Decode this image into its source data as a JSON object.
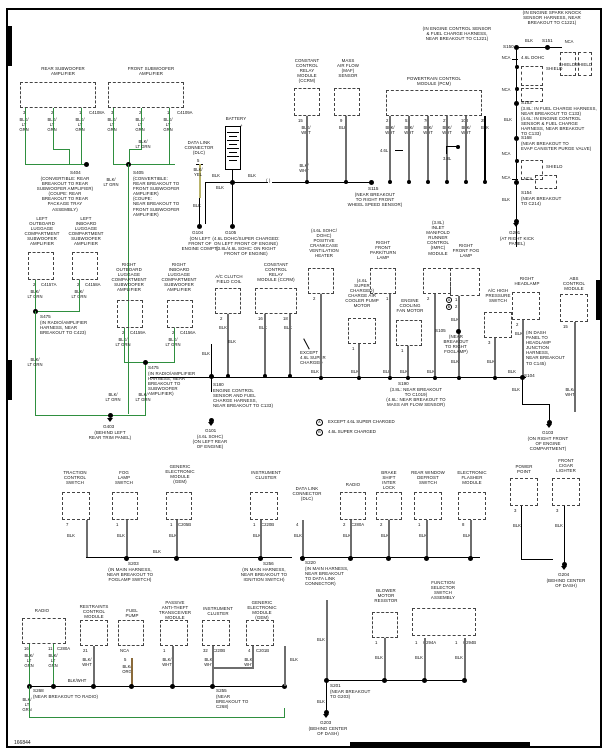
{
  "meta": {
    "diagram_id": "166844"
  },
  "components": {
    "rear_subwoofer_amp": {
      "label": "REAR SUBWOOFER\nAMPLIFIER",
      "connector": "C4108A",
      "pins": [
        "3",
        "2",
        "1"
      ],
      "wires": [
        "BLK/\nLT\nGRN",
        "BLK/\nLT\nGRN",
        "BLK/\nLT\nGRN"
      ]
    },
    "front_subwoofer_amp": {
      "label": "FRONT SUBWOOFER\nAMPLIFIER",
      "connector": "C4109A",
      "pins": [
        "3",
        "2",
        "1"
      ],
      "wires": [
        "BLK/\nLT\nGRN",
        "BLK/\nLT\nGRN",
        "BLK/\nLT\nGRN"
      ]
    },
    "left_outboard_lug": {
      "label": "LEFT\nOUTBOARD\nLUGGAGE\nCOMPARTMENT\nSUBWOOFER\nAMPLIFIER",
      "connector": "C4157A",
      "pin": "2",
      "wire": "BLK/\nLT GRN"
    },
    "left_inboard_lug": {
      "label": "LEFT\nINBOARD\nLUGGAGE\nCOMPARTMENT\nSUBWOOFER\nAMPLIFIER",
      "connector": "C4158A",
      "pin": "2",
      "wire": "BLK/\nLT GRN"
    },
    "right_outboard_lug": {
      "label": "RIGHT\nOUTBOARD\nLUGGAGE\nCOMPARTMENT\nSUBWOOFER\nAMPLIFIER",
      "connector": "C4159A",
      "pin": "2",
      "wire": "BLK/\nLT GRN"
    },
    "right_inboard_lug": {
      "label": "RIGHT\nINBOARD\nLUGGAGE\nCOMPARTMENT\nSUBWOOFER\nAMPLIFIER",
      "connector": "C4156A",
      "pin": "2",
      "wire": "BLK/\nLT GRN"
    },
    "dlc_top": {
      "label": "DATA LINK\nCONNECTOR\n(DLC)",
      "pin": "5",
      "wire": "BLK/\nYEL",
      "wire2": "BLK"
    },
    "battery": {
      "label": "BATTERY",
      "wire_left": "BLK",
      "wire_right": "BLK",
      "wire_mid": "BLK"
    },
    "ccrm_top": {
      "label": "CONSTANT\nCONTROL\nRELAY\nMODULE\n(CCRM)",
      "pin": "15",
      "wire": "BLK/\nWHT"
    },
    "maf": {
      "label": "MASS\nAIR FLOW\n(MAF)\nSENSOR",
      "pin": "9",
      "wire": "BLK"
    },
    "pcm": {
      "label": "POWERTRAIN CONTROL\nMODULE (PCM)",
      "pins": [
        "2",
        "51",
        "76",
        "27",
        "103",
        "25"
      ],
      "wires": [
        "BLK/\nWHT",
        "BLK/\nWHT",
        "BLK/\nWHT",
        "BLK/\nWHT",
        "BLK/\nWHT",
        "BLK"
      ],
      "note_46": "4.6L",
      "note_38": "3.8L"
    },
    "ac_clutch": {
      "label": "A/C CLUTCH\nFIELD COIL",
      "pin": "2",
      "wire": "BLK"
    },
    "ccrm_mid": {
      "label": "CONSTANT\nCONTROL\nRELAY\nMODULE (CCRM)",
      "pins": [
        "16",
        "18"
      ],
      "wires": [
        "BLK",
        "BLK"
      ]
    },
    "pcv_heater": {
      "label": "(4.6L SOHC/\nDOHC)\nPOSITIVE\nCRANKCASE\nVENTILATION\nHEATER",
      "pin": "2",
      "wire": "BLK"
    },
    "charge_air_pump": {
      "label": "(4.6L\nSUPER\nCHARGED)\nCHARGE AIR\nCOOLER PUMP\nMOTOR",
      "pin": "1",
      "wire": "BLK"
    },
    "right_front_parkturn": {
      "label": "RIGHT\nFRONT\nPARK/TURN\nLAMP",
      "pin": "1",
      "wire": "BLK"
    },
    "engine_cooling_fan": {
      "label": "ENGINE\nCOOLING\nFAN MOTOR",
      "pin": "1",
      "wire": "BLK"
    },
    "imrc": {
      "label": "(3.8L)\nINLET\nMANIFOLD\nRUNNER\nCONTROL\n(IMRC)\nMODULE",
      "pin": "2",
      "wire": "BLK"
    },
    "right_front_fog": {
      "label": "RIGHT\nFRONT FOG\nLAMP",
      "pins": [
        "1",
        "2"
      ],
      "markers": [
        "A",
        "B"
      ],
      "wire": "BLK",
      "wire2": "BLK"
    },
    "ac_high_press": {
      "label": "A/C HIGH\nPRESSURE\nSWITCH",
      "pin": "3",
      "wire": "BLK"
    },
    "right_headlamp": {
      "label": "RIGHT\nHEADLAMP",
      "pin": "2",
      "wire": "BLK"
    },
    "abs_module": {
      "label": "ABS\nCONTROL\nMODULE",
      "pin": "15",
      "wire": "BLK/\nWHT"
    },
    "traction_control_switch": {
      "label": "TRACTION\nCONTROL\nSWITCH",
      "pin": "7",
      "wire": "BLK"
    },
    "fog_lamp_switch": {
      "label": "FOG\nLAMP\nSWITCH",
      "pin": "1",
      "wire": "BLK"
    },
    "gem_upper": {
      "label": "GENERIC\nELECTRONIC\nMODULE\n(GEM)",
      "pin": "1",
      "connector": "C205B",
      "wire": "BLK"
    },
    "instrument_cluster_upper": {
      "label": "INSTRUMENT\nCLUSTER",
      "pin": "1",
      "connector": "C220B",
      "wire": "BLK"
    },
    "dlc_mid": {
      "label": "DATA LINK\nCONNECTOR\n(DLC)",
      "pin": "4",
      "wire": "BLK"
    },
    "radio_mid": {
      "label": "RADIO",
      "pin": "2",
      "connector": "C280A",
      "wire": "BLK"
    },
    "brake_shift_interlock": {
      "label": "BRAKE\nSHIFT\nINTER\nLOCK",
      "pin": "2",
      "wire": "BLK"
    },
    "rear_window_defrost": {
      "label": "REAR WINDOW\nDEFROST\nSWITCH",
      "pin": "1",
      "wire": "BLK"
    },
    "electronic_flasher": {
      "label": "ELECTRONIC\nFLASHER\nMODULE",
      "pin": "8",
      "wire": "BLK"
    },
    "power_point": {
      "label": "POWER\nPOINT",
      "pin": "3",
      "wire": "BLK"
    },
    "front_cigar_lighter": {
      "label": "FRONT\nCIGAR\nLIGHTER",
      "pin": "3",
      "wire": "BLK"
    },
    "radio_bottom": {
      "label": "RADIO",
      "pins": [
        "16",
        "11"
      ],
      "connector": "C280A",
      "wires": [
        "BLK/\nLT\nGRN",
        "BLK/\nLT\nGRN"
      ]
    },
    "restraints_control": {
      "label": "RESTRAINTS\nCONTROL\nMODULE",
      "pin": "21",
      "wire": "BLK/\nWHT"
    },
    "fuel_pump": {
      "label": "FUEL\nPUMP",
      "pin": "NCA",
      "pin2": "5",
      "wire": "BLK/\nORG"
    },
    "patsm": {
      "label": "PASSIVE\nANTI-THEFT\nTRANSCEIVER\nMODULE",
      "pin": "1",
      "wire": "BLK/\nWHT"
    },
    "instrument_cluster_bottom": {
      "label": "INSTRUMENT\nCLUSTER",
      "pin": "32",
      "connector": "C220B",
      "wire": "BLK/\nWHT"
    },
    "gem_bottom": {
      "label": "GENERIC\nELECTRONIC\nMODULE\n(GEM)",
      "pin": "4",
      "connector": "C201B",
      "wire": "BLK/\nWHT"
    },
    "blower_motor_resistor": {
      "label": "BLOWER\nMOTOR\nRESISTOR",
      "pin": "1",
      "wire": "BLK"
    },
    "function_selector": {
      "label": "FUNCTION\nSELECTOR\nSWITCH\nASSEMBLY",
      "pins": [
        "1",
        "1"
      ],
      "connectors": [
        "C294A",
        "C294B"
      ],
      "wires": [
        "BLK",
        "BLK"
      ]
    }
  },
  "splices": {
    "S404": {
      "id": "S404",
      "note": "(CONVERTIBLE: REAR\nBREAKOUT TO REAR\nSUBWOOFER AMPLIFIER)\n(COUPE: REAR\nBREAKOUT TO REAR\nPACKAGE TRAY\nASSEMBLY)"
    },
    "S405": {
      "id": "S405",
      "note": "(CONVERTIBLE:\nREAR BREAKOUT TO\nFRONT SUBWOOFER\nAMPLIFIER)\n(COUPE:\nNEAR BREAKOUT TO\nFRONT SUBWOOFER\nAMPLIFIER)"
    },
    "S475_left": {
      "id": "S475",
      "note": "(IN RADIO/AMPLIFIER\nHARNESS, NEAR\nBREAKOUT TO C423)"
    },
    "S475_right": {
      "id": "S475",
      "note": "(IN RADIO/AMPLIFIER\nHARNESS, NEAR\nBREAKOUT TO\nSUBWOOFER\nAMPLIFIER)"
    },
    "S150_top": {
      "id": "S150",
      "note": "(IN ENGINE CONTROL SENSOR\n& FUEL CHARGE HARNESS,\nNEAR BREAKOUT TO C1221)"
    },
    "S151": {
      "id": "S151",
      "note": "(IN ENGINE SPARK KNOCK\nSENSOR HARNESS, NEAR\nBREAKOUT TO C1221)"
    },
    "S115": {
      "id": "S115",
      "note": "(NEAR BREAKOUT\nTO RIGHT FRONT\nWHEEL SPEED SENSOR)"
    },
    "S153": {
      "id": "S153",
      "note": "(3.8L: IN FUEL CHARGE HARNESS,\nNEAR BREAKOUT TO C133)\n(4.6L: IN ENGINE CONTROL\nSENSOR & FUEL CHARGE\nHARNESS, NEAR BREAKOUT\nTO C133)"
    },
    "S168": {
      "id": "S168",
      "note": "(NEAR BREAKOUT TO\nEVAP CANISTER PURGE VALVE)"
    },
    "S154": {
      "id": "S154",
      "note": "(NEAR BREAKOUT\nTO C214)"
    },
    "S180": {
      "id": "S180",
      "note": "ENGINE CONTROL\nSENSOR AND FUEL\nCHARGE HARNESS,\nNEAR BREAKOUT TO C133)"
    },
    "S190": {
      "id": "S190",
      "note": "(3.8L: NEAR BREAKOUT\nTO C1019)\n(4.6L: NEAR BREAKOUT TO\nMASS AIR FLOW SENSOR)"
    },
    "S105": {
      "id": "S105",
      "note": "(NEAR\nBREAKOUT\nTO RIGHT\nFOGLAMP)"
    },
    "S104": {
      "id": "S104",
      "note": "(IN DASH\nPANEL TO\nHEADLAMP\nJUNCTION\nHARNESS,\nNEAR BREAKOUT\nTO C145)"
    },
    "S203": {
      "id": "S203",
      "note": "(IN MAIN HARNESS,\nNEAR BREAKOUT TO\nFOGLAMP SWITCH)"
    },
    "S256": {
      "id": "S256",
      "note": "(IN MAIN HARNESS,\nNEAR BREAKOUT TO\nIGNITION SWITCH)"
    },
    "S220": {
      "id": "S220",
      "note": "(IN MAIN HARNESS,\nNEAR BREAKOUT\nTO DATA LINK\nCONNECTOR)"
    },
    "S201": {
      "id": "S201",
      "note": "(NEAR BREAKOUT\nTO G203)"
    },
    "S268": {
      "id": "S268",
      "note": "(NEAR BREAKOUT TO RADIO)"
    },
    "S255": {
      "id": "S255",
      "note": "(NEAR\nBREAKOUT TO\nC268)"
    }
  },
  "grounds": {
    "G104": {
      "id": "G104",
      "note": "(ON LEFT\nFRONT OF\nENGINE COMPT)"
    },
    "G105": {
      "id": "G105",
      "note": "(4.6L DOHC/SUPER CHARGED:\nON LEFT FRONT OF ENGINE)\n(3.8L/4.6L SOHC: ON RIGHT\nFRONT OF ENGINE)"
    },
    "G201": {
      "id": "G201",
      "note": "(AT RIGHT KICK\nPANEL)"
    },
    "G101": {
      "id": "G101",
      "note": "(4.6L SOHC)\n(ON LEFT REAR\nOF ENGINE)"
    },
    "G403": {
      "id": "G403",
      "note": "(BEHIND LEFT\nREAR TRIM PANEL)"
    },
    "G103": {
      "id": "G103",
      "note": "(ON RIGHT FRONT\nOF ENGINE\nCOMPARTMENT)"
    },
    "G203": {
      "id": "G203",
      "note": "(BEHIND CENTER\nOF DASH)"
    },
    "G204": {
      "id": "G204",
      "note": "(BEHIND CENTER\nOF DASH)"
    }
  },
  "annotations": {
    "shield_1": "SHIELD",
    "shield_2": "SHIELD",
    "shield_3": "SHIELD",
    "nca": "NCA",
    "blk": "BLK",
    "blk_wht": "BLK/\nWHT",
    "dohc_note": "4.6L DOHC",
    "except_46": "EXCEPT\n4.6L SUPER\nCHARGED",
    "legend_a": "EXCEPT 4.6L SUPER CHARGED",
    "legend_b": "4.6L SUPER CHARGED",
    "legend_a_mark": "A",
    "legend_b_mark": "B",
    "blk_lt_grn": "BLK/\nLT GRN",
    "blk_wht_inline": "BLK/WHT"
  }
}
